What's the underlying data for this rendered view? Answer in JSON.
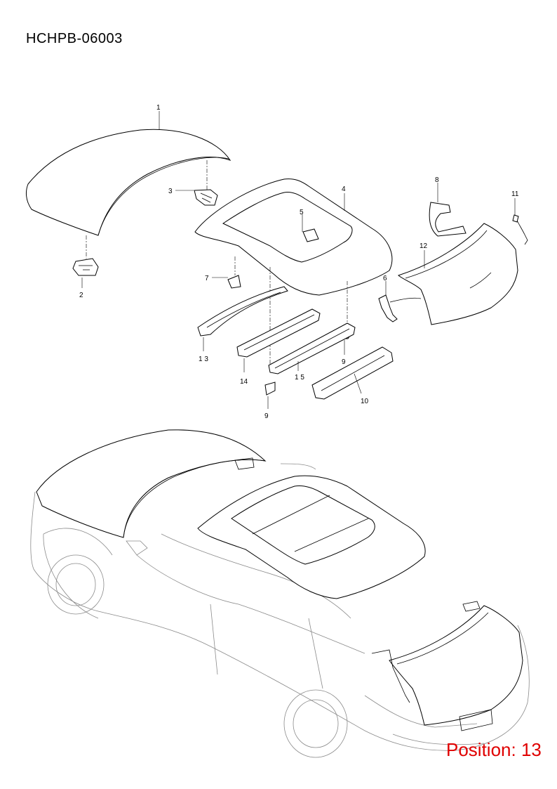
{
  "header": {
    "sheet_code": "HCHPB-06003"
  },
  "footer": {
    "position_label": "Position: 13"
  },
  "callouts": {
    "c1": "1",
    "c2": "2",
    "c3": "3",
    "c4": "4",
    "c5": "5",
    "c6": "6",
    "c7": "7",
    "c8": "8",
    "c9a": "9",
    "c9b": "9",
    "c10": "10",
    "c11": "11",
    "c12": "12",
    "c13": "1 3",
    "c14": "14",
    "c15": "1 5"
  },
  "colors": {
    "position_text": "#e00000",
    "line": "#000000"
  }
}
